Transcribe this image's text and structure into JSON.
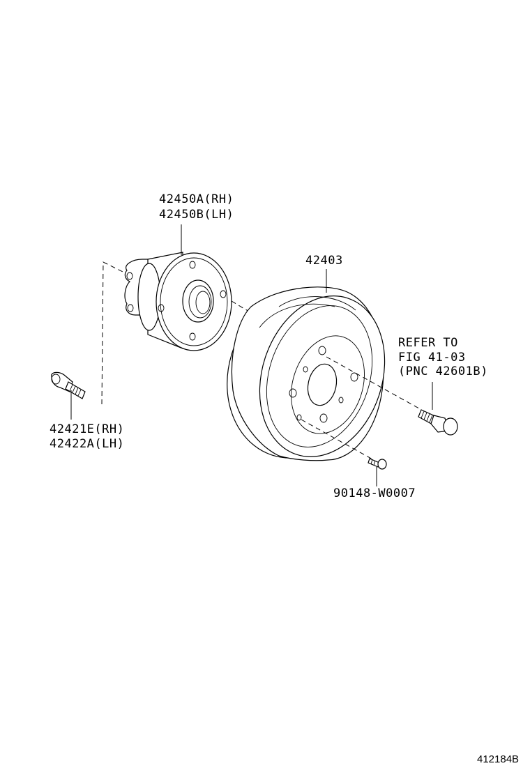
{
  "callouts": {
    "hub_rh": "42450A(RH)",
    "hub_lh": "42450B(LH)",
    "drum": "42403",
    "hub_bolt_rh": "42421E(RH)",
    "hub_bolt_lh": "42422A(LH)",
    "refer_line1": "REFER TO",
    "refer_line2": "FIG 41-03",
    "refer_line3": "(PNC 42601B)",
    "screw": "90148-W0007"
  },
  "figure_id": "412184B"
}
